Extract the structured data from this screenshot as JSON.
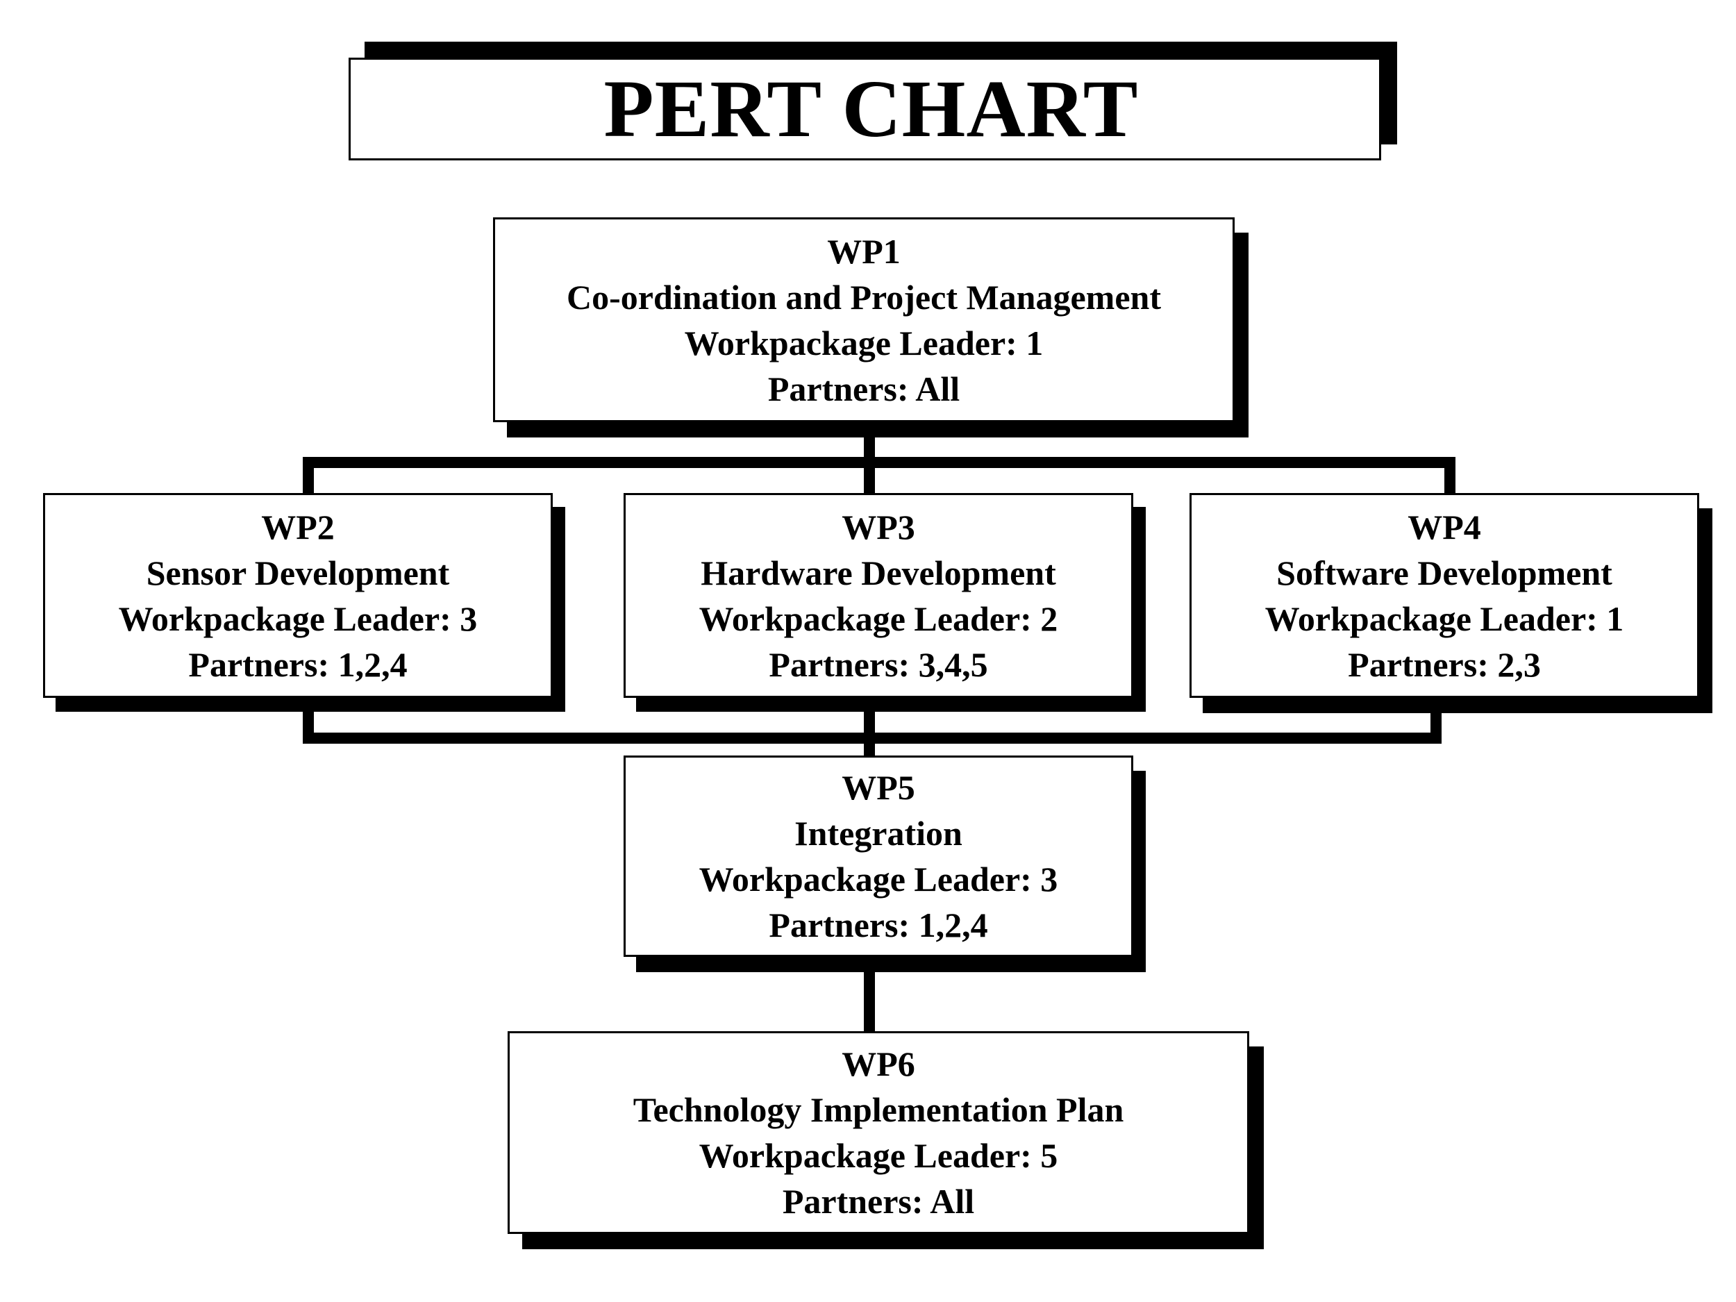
{
  "title": "PERT CHART",
  "nodes": [
    {
      "id": "wp1",
      "code": "WP1",
      "name": "Co-ordination and Project Management",
      "leader": "Workpackage Leader: 1",
      "partners": "Partners: All"
    },
    {
      "id": "wp2",
      "code": "WP2",
      "name": "Sensor Development",
      "leader": "Workpackage Leader: 3",
      "partners": "Partners: 1,2,4"
    },
    {
      "id": "wp3",
      "code": "WP3",
      "name": "Hardware Development",
      "leader": "Workpackage Leader: 2",
      "partners": "Partners: 3,4,5"
    },
    {
      "id": "wp4",
      "code": "WP4",
      "name": "Software Development",
      "leader": "Workpackage Leader: 1",
      "partners": "Partners: 2,3"
    },
    {
      "id": "wp5",
      "code": "WP5",
      "name": "Integration",
      "leader": "Workpackage Leader: 3",
      "partners": "Partners: 1,2,4"
    },
    {
      "id": "wp6",
      "code": "WP6",
      "name": "Technology Implementation Plan",
      "leader": "Workpackage Leader: 5",
      "partners": "Partners: All"
    }
  ],
  "edges": [
    {
      "from": "wp1",
      "to": "wp2"
    },
    {
      "from": "wp1",
      "to": "wp3"
    },
    {
      "from": "wp1",
      "to": "wp4"
    },
    {
      "from": "wp2",
      "to": "wp5"
    },
    {
      "from": "wp3",
      "to": "wp5"
    },
    {
      "from": "wp4",
      "to": "wp5"
    },
    {
      "from": "wp5",
      "to": "wp6"
    }
  ]
}
